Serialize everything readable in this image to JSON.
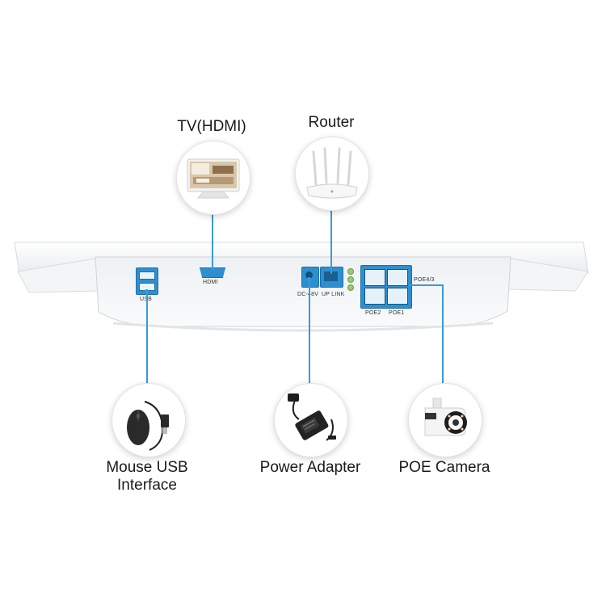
{
  "devices": {
    "tv": {
      "label": "TV(HDMI)",
      "icon": "tv-icon"
    },
    "router": {
      "label": "Router",
      "icon": "router-icon"
    },
    "mouse": {
      "label_line1": "Mouse USB",
      "label_line2": "Interface",
      "icon": "mouse-icon"
    },
    "power": {
      "label": "Power Adapter",
      "icon": "power-adapter-icon"
    },
    "camera": {
      "label": "POE Camera",
      "icon": "camera-icon"
    }
  },
  "ports": {
    "usb": "USB",
    "hdmi": "HDMI",
    "dc": "DC-48V",
    "uplink": "UP LINK",
    "poe43": "POE4/3",
    "poe2": "POE2",
    "poe1": "POE1"
  },
  "colors": {
    "connector": "#3a9ad9",
    "port_blue": "#2e8fd0",
    "panel": "#f4f6f8"
  }
}
